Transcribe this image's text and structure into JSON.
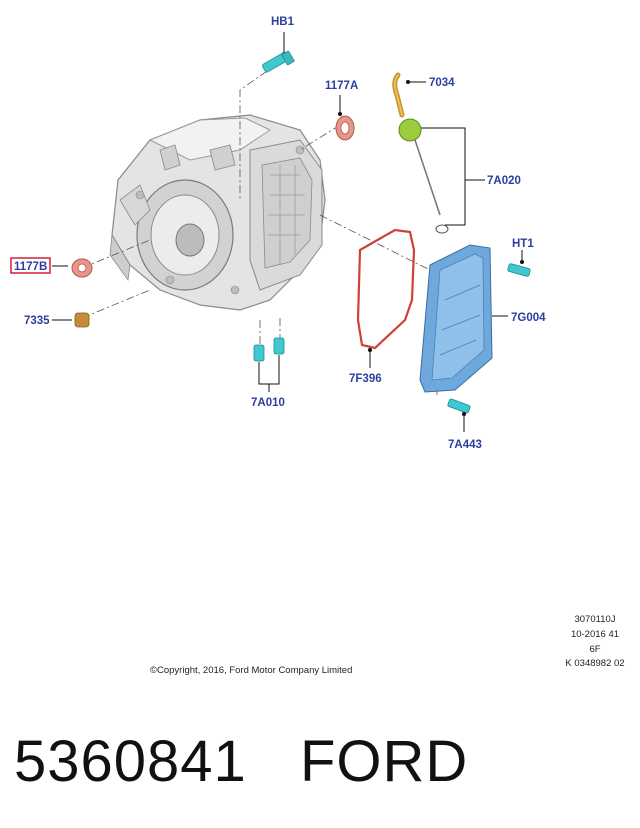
{
  "diagram": {
    "callouts": {
      "hb1": "HB1",
      "c1177a": "1177A",
      "c7034": "7034",
      "c7a020": "7A020",
      "ht1": "HT1",
      "c7g004": "7G004",
      "c1177b": "1177B",
      "c7335": "7335",
      "c7f396": "7F396",
      "c7a010": "7A010",
      "c7a443": "7A443"
    },
    "highlighted_callout": "1177B",
    "colors": {
      "label": "#2b3f9e",
      "highlight_box": "#d0102a",
      "pan": "#6fa8dc",
      "gasket": "#d0403a",
      "seal": "#e8958a",
      "bolt": "#40c8d0",
      "plug": "#c88a3a",
      "dipstick_cap": "#9ccc3c"
    }
  },
  "footer": {
    "copyright": "©Copyright, 2016, Ford Motor Company Limited",
    "ref_lines": [
      "3070110J",
      "10-2016 41",
      "6F",
      "K 0348982 02"
    ]
  },
  "part_number": "5360841",
  "brand": "FORD"
}
